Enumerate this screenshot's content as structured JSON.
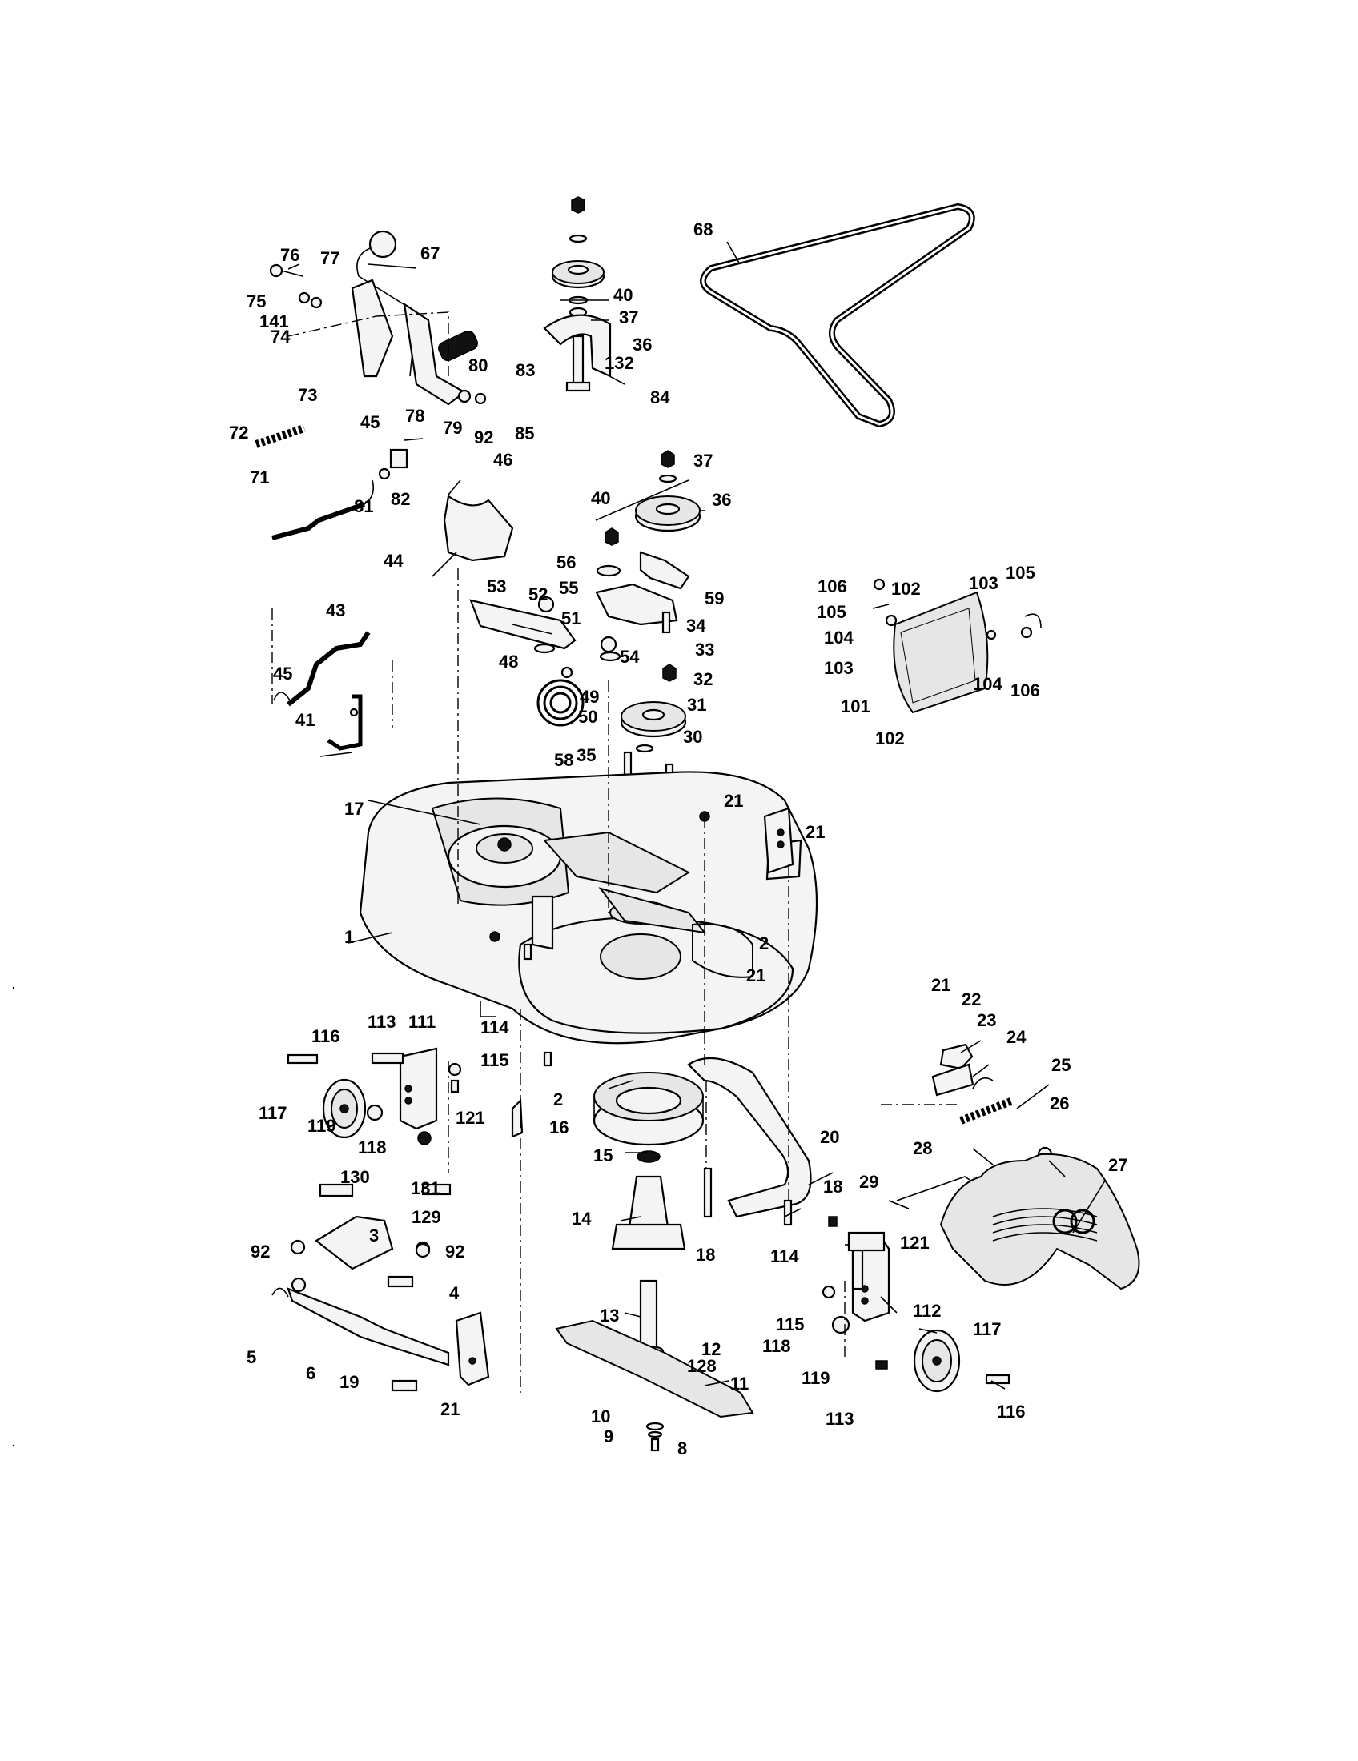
{
  "part_labels": [
    {
      "id": "l1",
      "text": "1"
    },
    {
      "id": "l2a",
      "text": "2"
    },
    {
      "id": "l2b",
      "text": "2"
    },
    {
      "id": "l3",
      "text": "3"
    },
    {
      "id": "l4",
      "text": "4"
    },
    {
      "id": "l5",
      "text": "5"
    },
    {
      "id": "l6",
      "text": "6"
    },
    {
      "id": "l8",
      "text": "8"
    },
    {
      "id": "l9",
      "text": "9"
    },
    {
      "id": "l10",
      "text": "10"
    },
    {
      "id": "l11",
      "text": "11"
    },
    {
      "id": "l12",
      "text": "12"
    },
    {
      "id": "l13",
      "text": "13"
    },
    {
      "id": "l14",
      "text": "14"
    },
    {
      "id": "l15",
      "text": "15"
    },
    {
      "id": "l16",
      "text": "16"
    },
    {
      "id": "l17",
      "text": "17"
    },
    {
      "id": "l18a",
      "text": "18"
    },
    {
      "id": "l18b",
      "text": "18"
    },
    {
      "id": "l19",
      "text": "19"
    },
    {
      "id": "l20",
      "text": "20"
    },
    {
      "id": "l21a",
      "text": "21"
    },
    {
      "id": "l21b",
      "text": "21"
    },
    {
      "id": "l21c",
      "text": "21"
    },
    {
      "id": "l21d",
      "text": "21"
    },
    {
      "id": "l21e",
      "text": "21"
    },
    {
      "id": "l22",
      "text": "22"
    },
    {
      "id": "l23",
      "text": "23"
    },
    {
      "id": "l24",
      "text": "24"
    },
    {
      "id": "l25",
      "text": "25"
    },
    {
      "id": "l26",
      "text": "26"
    },
    {
      "id": "l27",
      "text": "27"
    },
    {
      "id": "l28",
      "text": "28"
    },
    {
      "id": "l29",
      "text": "29"
    },
    {
      "id": "l30",
      "text": "30"
    },
    {
      "id": "l31",
      "text": "31"
    },
    {
      "id": "l32",
      "text": "32"
    },
    {
      "id": "l33",
      "text": "33"
    },
    {
      "id": "l34",
      "text": "34"
    },
    {
      "id": "l35",
      "text": "35"
    },
    {
      "id": "l36a",
      "text": "36"
    },
    {
      "id": "l36b",
      "text": "36"
    },
    {
      "id": "l37a",
      "text": "37"
    },
    {
      "id": "l37b",
      "text": "37"
    },
    {
      "id": "l40a",
      "text": "40"
    },
    {
      "id": "l40b",
      "text": "40"
    },
    {
      "id": "l41",
      "text": "41"
    },
    {
      "id": "l43",
      "text": "43"
    },
    {
      "id": "l44",
      "text": "44"
    },
    {
      "id": "l45a",
      "text": "45"
    },
    {
      "id": "l45b",
      "text": "45"
    },
    {
      "id": "l46",
      "text": "46"
    },
    {
      "id": "l48",
      "text": "48"
    },
    {
      "id": "l49",
      "text": "49"
    },
    {
      "id": "l50",
      "text": "50"
    },
    {
      "id": "l51",
      "text": "51"
    },
    {
      "id": "l52",
      "text": "52"
    },
    {
      "id": "l53",
      "text": "53"
    },
    {
      "id": "l54",
      "text": "54"
    },
    {
      "id": "l55",
      "text": "55"
    },
    {
      "id": "l56",
      "text": "56"
    },
    {
      "id": "l58",
      "text": "58"
    },
    {
      "id": "l59",
      "text": "59"
    },
    {
      "id": "l67",
      "text": "67"
    },
    {
      "id": "l68",
      "text": "68"
    },
    {
      "id": "l71",
      "text": "71"
    },
    {
      "id": "l72",
      "text": "72"
    },
    {
      "id": "l73",
      "text": "73"
    },
    {
      "id": "l74",
      "text": "74"
    },
    {
      "id": "l75",
      "text": "75"
    },
    {
      "id": "l76",
      "text": "76"
    },
    {
      "id": "l77",
      "text": "77"
    },
    {
      "id": "l78",
      "text": "78"
    },
    {
      "id": "l79",
      "text": "79"
    },
    {
      "id": "l80",
      "text": "80"
    },
    {
      "id": "l81",
      "text": "81"
    },
    {
      "id": "l82",
      "text": "82"
    },
    {
      "id": "l83",
      "text": "83"
    },
    {
      "id": "l84",
      "text": "84"
    },
    {
      "id": "l85",
      "text": "85"
    },
    {
      "id": "l92a",
      "text": "92"
    },
    {
      "id": "l92b",
      "text": "92"
    },
    {
      "id": "l92c",
      "text": "92"
    },
    {
      "id": "l101",
      "text": "101"
    },
    {
      "id": "l102a",
      "text": "102"
    },
    {
      "id": "l102b",
      "text": "102"
    },
    {
      "id": "l103a",
      "text": "103"
    },
    {
      "id": "l103b",
      "text": "103"
    },
    {
      "id": "l104a",
      "text": "104"
    },
    {
      "id": "l104b",
      "text": "104"
    },
    {
      "id": "l105a",
      "text": "105"
    },
    {
      "id": "l105b",
      "text": "105"
    },
    {
      "id": "l106a",
      "text": "106"
    },
    {
      "id": "l106b",
      "text": "106"
    },
    {
      "id": "l111",
      "text": "111"
    },
    {
      "id": "l112",
      "text": "112"
    },
    {
      "id": "l113a",
      "text": "113"
    },
    {
      "id": "l113b",
      "text": "113"
    },
    {
      "id": "l114a",
      "text": "114"
    },
    {
      "id": "l114b",
      "text": "114"
    },
    {
      "id": "l115a",
      "text": "115"
    },
    {
      "id": "l115b",
      "text": "115"
    },
    {
      "id": "l116a",
      "text": "116"
    },
    {
      "id": "l116b",
      "text": "116"
    },
    {
      "id": "l117a",
      "text": "117"
    },
    {
      "id": "l117b",
      "text": "117"
    },
    {
      "id": "l118a",
      "text": "118"
    },
    {
      "id": "l118b",
      "text": "118"
    },
    {
      "id": "l119a",
      "text": "119"
    },
    {
      "id": "l119b",
      "text": "119"
    },
    {
      "id": "l121a",
      "text": "121"
    },
    {
      "id": "l121b",
      "text": "121"
    },
    {
      "id": "l128",
      "text": "128"
    },
    {
      "id": "l129",
      "text": "129"
    },
    {
      "id": "l130",
      "text": "130"
    },
    {
      "id": "l131",
      "text": "131"
    },
    {
      "id": "l132",
      "text": "132"
    },
    {
      "id": "l141",
      "text": "141"
    }
  ]
}
